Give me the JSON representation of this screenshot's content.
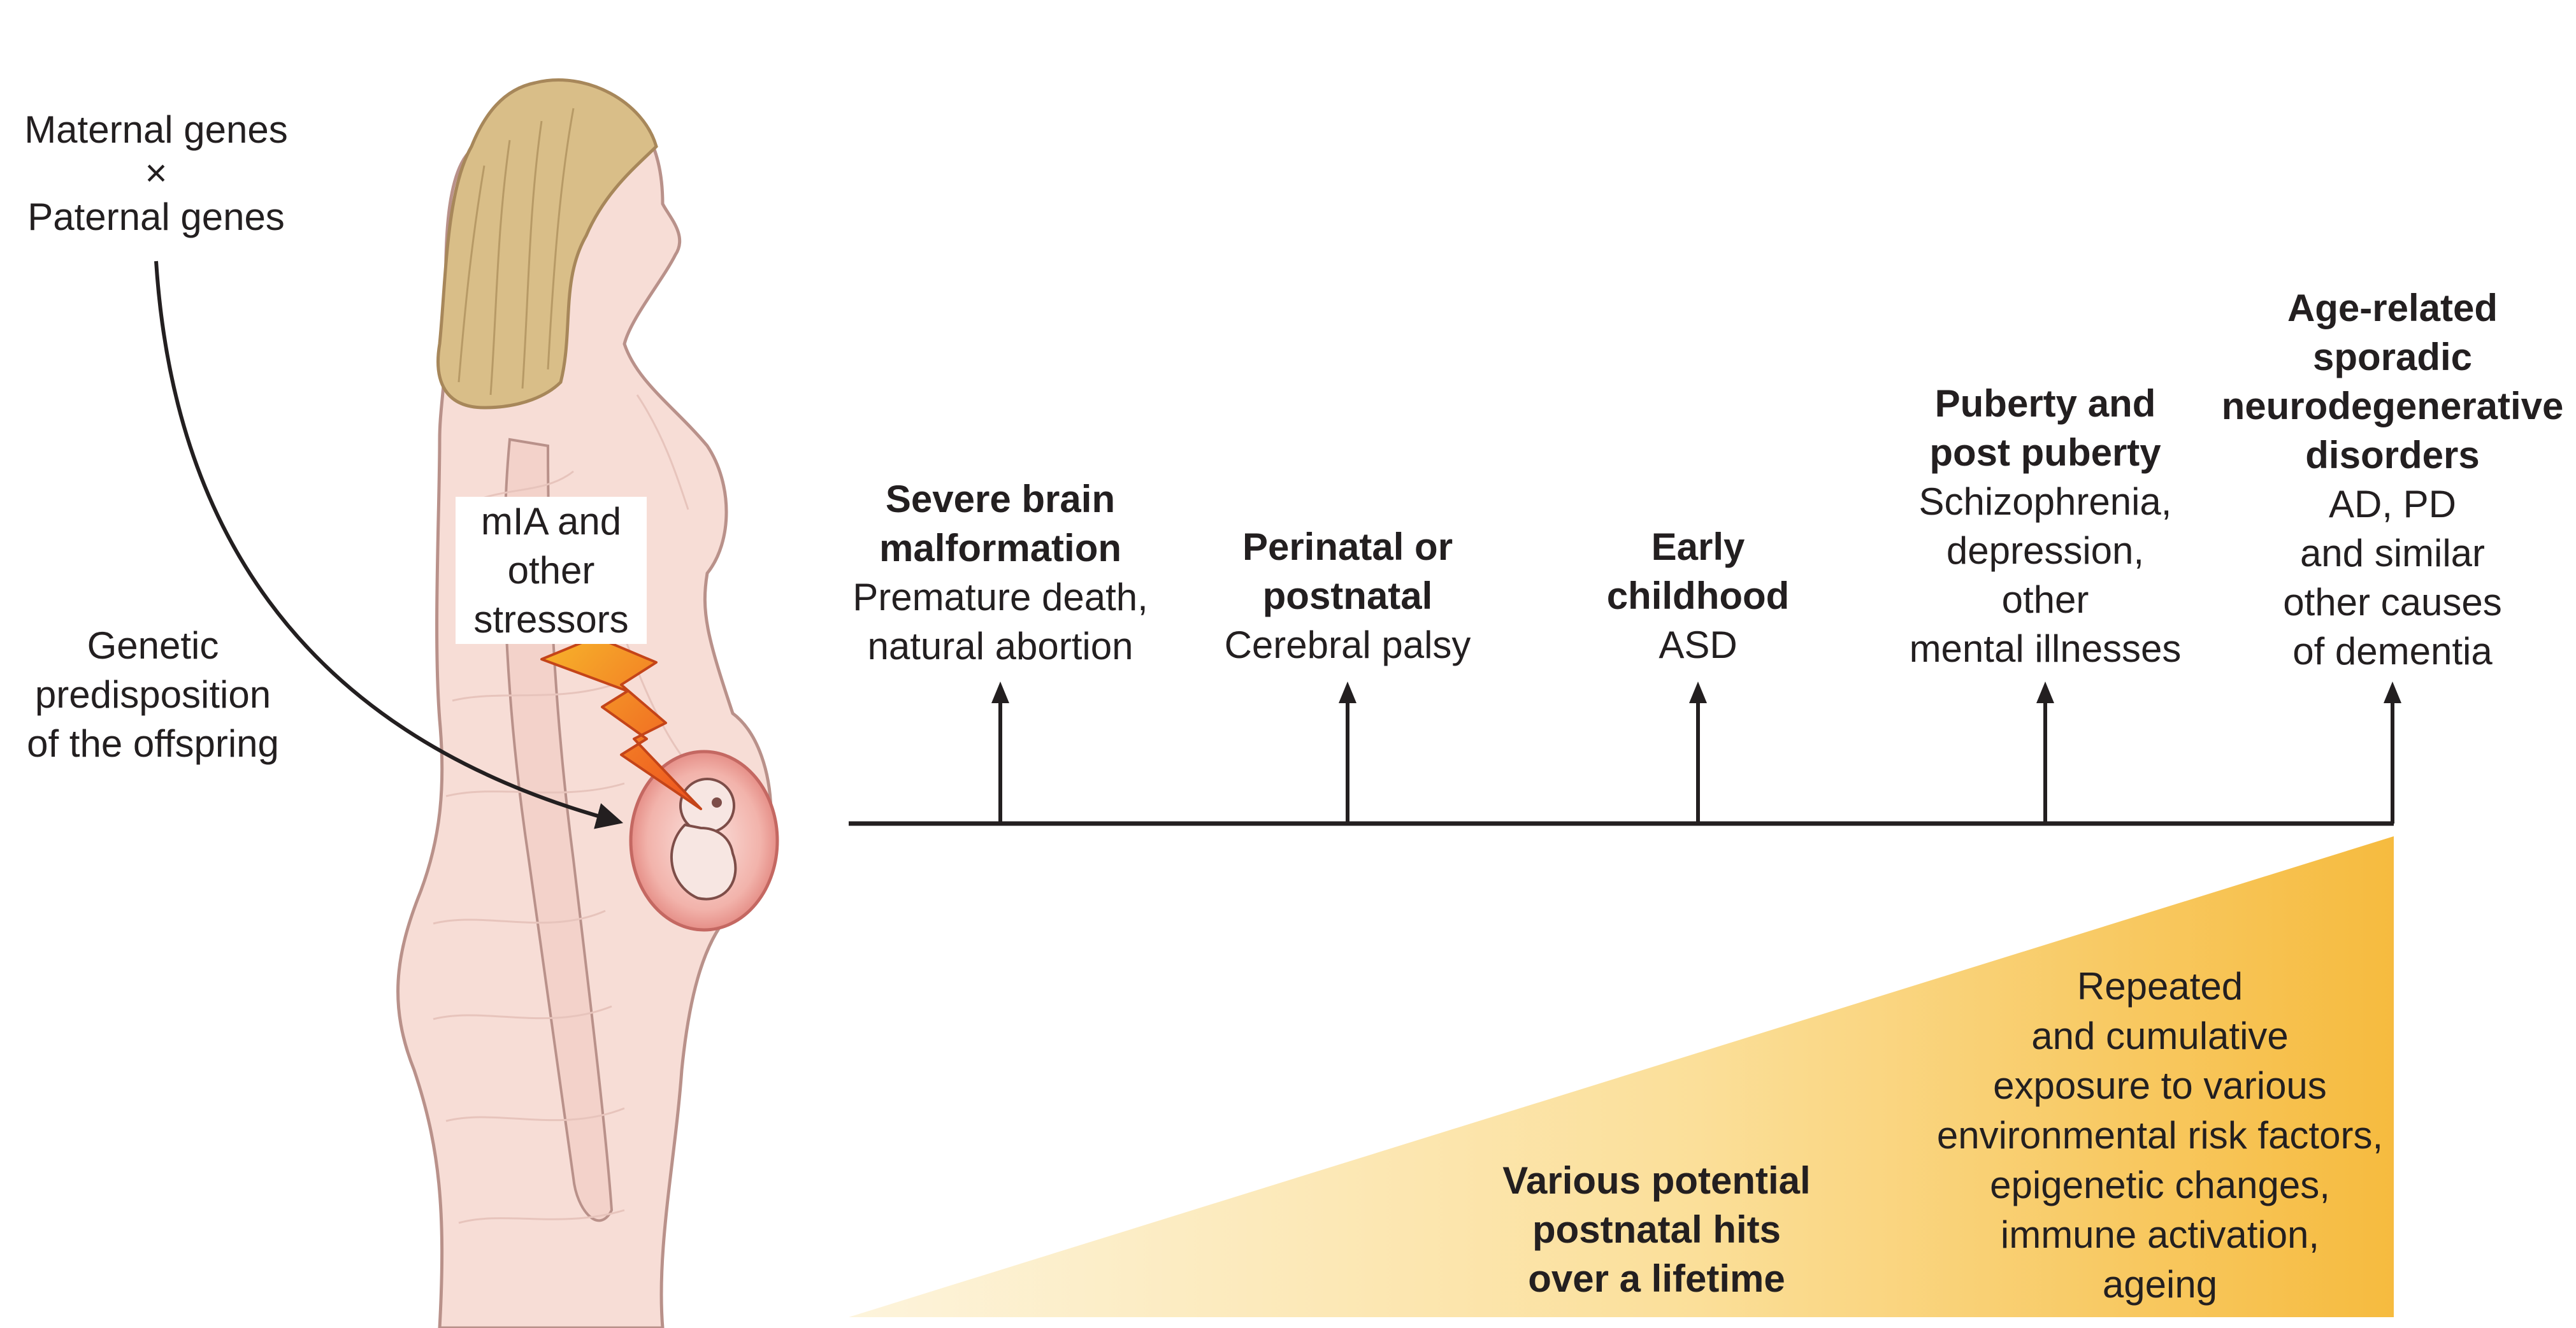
{
  "left": {
    "genes_line1": "Maternal genes",
    "genes_times": "×",
    "genes_line2": "Paternal genes",
    "genetic": [
      "Genetic",
      "predisposition",
      "of the offspring"
    ],
    "mia": [
      "mIA and",
      "other",
      "stressors"
    ]
  },
  "milestones": [
    {
      "title": [
        "Severe brain",
        "malformation"
      ],
      "desc": [
        "Premature death,",
        "natural abortion"
      ]
    },
    {
      "title": [
        "Perinatal or",
        "postnatal"
      ],
      "desc": [
        "Cerebral palsy"
      ]
    },
    {
      "title": [
        "Early",
        "childhood"
      ],
      "desc": [
        "ASD"
      ]
    },
    {
      "title": [
        "Puberty and",
        "post puberty"
      ],
      "desc": [
        "Schizophrenia,",
        "depression,",
        "other",
        "mental illnesses"
      ]
    },
    {
      "title": [
        "Age-related",
        "sporadic",
        "neurodegenerative",
        "disorders"
      ],
      "desc": [
        "AD, PD",
        "and similar",
        "other causes",
        "of dementia"
      ]
    }
  ],
  "wedge": {
    "hits": [
      "Various potential",
      "postnatal hits",
      "over a lifetime"
    ],
    "exposure": [
      "Repeated",
      "and cumulative",
      "exposure to various",
      "environmental risk factors,",
      "epigenetic changes,",
      "immune activation,",
      "ageing"
    ]
  },
  "colors": {
    "skin": "#f6dcd6",
    "skin_line": "#c9a79f",
    "hair": "#d9bf8a",
    "wedge_light": "#fdf2d6",
    "wedge_dark": "#f7c14f",
    "bolt_outer": "#f5a623",
    "bolt_inner": "#f05a22",
    "uterus": "#e88f8a",
    "line": "#231f20"
  }
}
